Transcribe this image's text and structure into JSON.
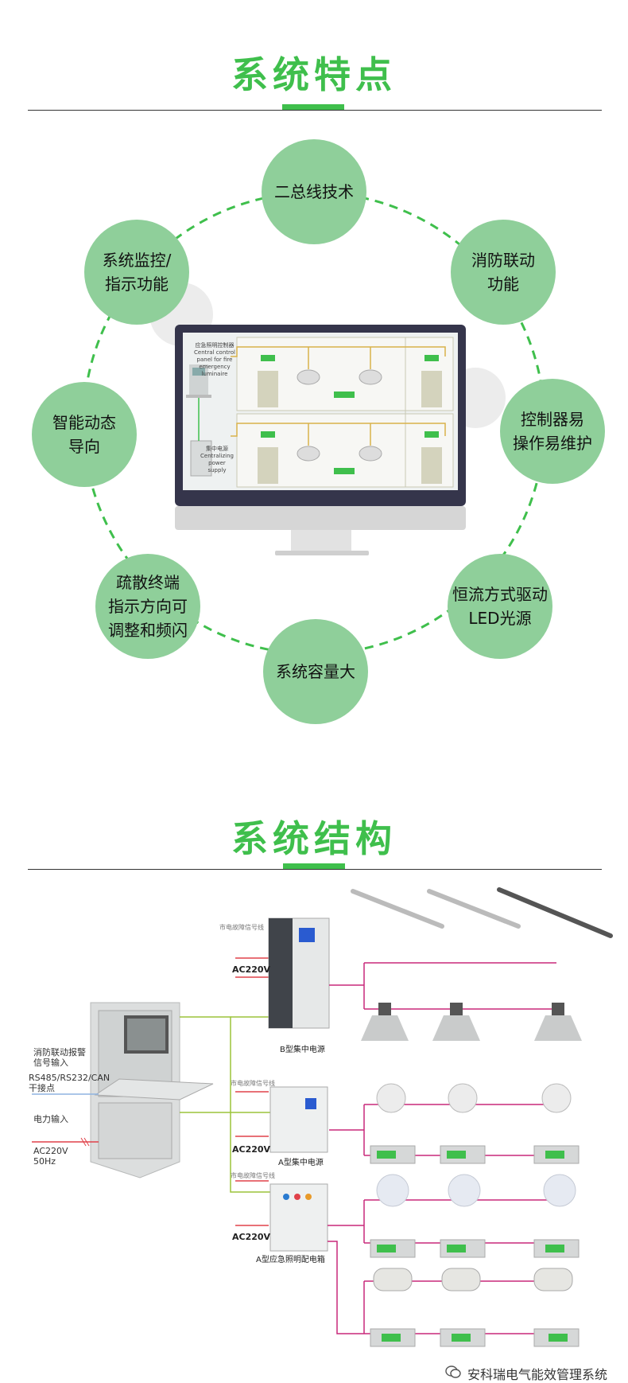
{
  "colors": {
    "accent": "#3fbf4c",
    "circle": "#8fcf9a",
    "dash": "#3fbf4c",
    "rule": "#333333",
    "wire_pink": "#c8287a",
    "wire_green": "#9cc43a",
    "wire_red": "#e0424a"
  },
  "section1": {
    "title": "系统特点",
    "features": [
      "二总线技术",
      "消防联动\n功能",
      "控制器易\n操作易维护",
      "恒流方式驱动\nLED光源",
      "系统容量大",
      "疏散终端\n指示方向可\n调整和频闪",
      "智能动态\n导向",
      "系统监控/\n指示功能"
    ],
    "monitor": {
      "panel_label": "应急照明控制器\nCentral control\npanel for fire\nemergency luminaire",
      "power_label": "集中电源\nCentralizing power\nsupply"
    }
  },
  "section2": {
    "title": "系统结构",
    "inputs": {
      "fire_link": "消防联动报警\n信号输入",
      "comms": "RS485/RS232/CAN\n干接点",
      "power_in": "电力输入",
      "power_spec": "AC220V\n50Hz"
    },
    "units": [
      {
        "fault": "市电故障信号线",
        "ac": "AC220V",
        "name": "B型集中电源"
      },
      {
        "fault": "市电故障信号线",
        "ac": "AC220V",
        "name": "A型集中电源"
      },
      {
        "fault": "市电故障信号线",
        "ac": "AC220V",
        "name": "A型应急照明配电箱"
      }
    ]
  },
  "footer": {
    "icon": "wechat-icon",
    "text": "安科瑞电气能效管理系统"
  }
}
